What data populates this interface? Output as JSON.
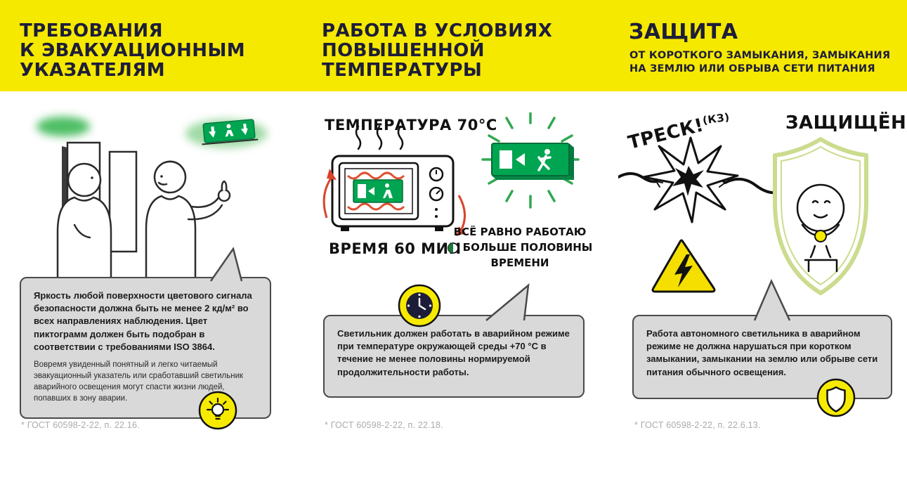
{
  "colors": {
    "banner_yellow": "#F6E900",
    "header_navy": "#1D1D3A",
    "sign_green": "#00A551",
    "bubble_gray": "#D9D9D9",
    "accent_red": "#D9442B",
    "footnote_gray": "#ABABAB"
  },
  "columns": [
    {
      "title_lines": [
        "ТРЕБОВАНИЯ",
        "К ЭВАКУАЦИОННЫМ",
        "УКАЗАТЕЛЯМ"
      ],
      "bubble": {
        "bold_text": "Яркость любой поверхности цветового сигнала безопасности должна быть не менее 2 кд/м² во всех направлениях наблюдения. Цвет пиктограмм должен быть подобран в соответствии с требованиями ISO 3864.",
        "regular_text": "Вовремя увиденный понятный и легко читаемый эвакуационный указатель или сработавший светильник аварийного освещения могут спасти жизни людей, попавших в зону аварии."
      },
      "icon": "lightbulb-icon",
      "footnote": "* ГОСТ 60598-2-22, п. 22.16."
    },
    {
      "title_lines": [
        "РАБОТА В УСЛОВИЯХ",
        "ПОВЫШЕННОЙ",
        "ТЕМПЕРАТУРЫ"
      ],
      "labels": {
        "temperature": "ТЕМПЕРАТУРА 70°C",
        "time": "ВРЕМЯ 60 МИН",
        "caption_line1": "ВСЁ РАВНО РАБОТАЮ",
        "caption_line2": "БОЛЬШЕ ПОЛОВИНЫ",
        "caption_line3": "ВРЕМЕНИ"
      },
      "bubble": {
        "bold_text": "Светильник должен работать в аварийном режиме при температуре окружающей среды +70 °C в течение не менее половины нормируемой продолжительности работы."
      },
      "icon": "clock-icon",
      "footnote": "* ГОСТ 60598-2-22, п. 22.18."
    },
    {
      "title": "ЗАЩИТА",
      "subtitle_lines": [
        "ОТ КОРОТКОГО ЗАМЫКАНИЯ, ЗАМЫКАНИЯ",
        "НА ЗЕМЛЮ ИЛИ ОБРЫВА СЕТИ ПИТАНИЯ"
      ],
      "labels": {
        "crack": "ТРЕСК!",
        "kz": "(КЗ)",
        "protected": "ЗАЩИЩЁН"
      },
      "bubble": {
        "bold_text": "Работа автономного светильника в аварийном режиме не должна нарушаться при коротком замыкании, замыкании на землю или обрыве сети питания обычного освещения."
      },
      "icon": "shield-icon",
      "footnote": "* ГОСТ 60598-2-22, п. 22.6.13."
    }
  ]
}
